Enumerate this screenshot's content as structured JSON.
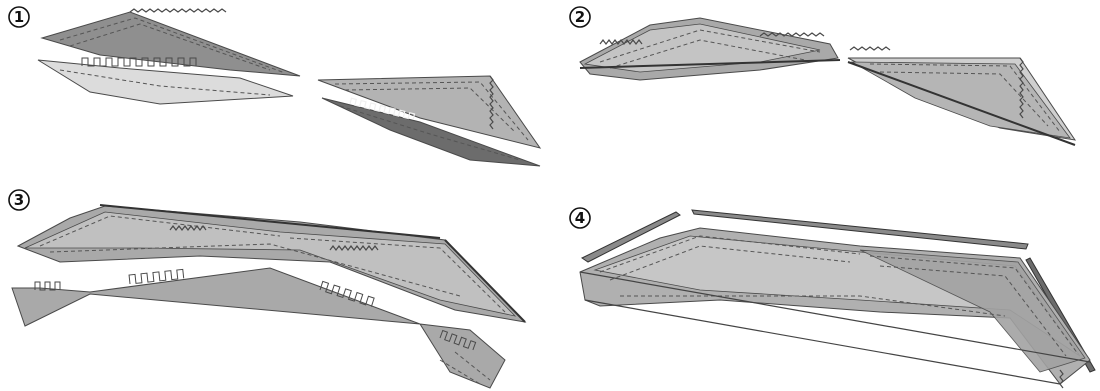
{
  "steps": [
    {
      "number": "1"
    },
    {
      "number": "2"
    },
    {
      "number": "3"
    },
    {
      "number": "4"
    }
  ],
  "colors": {
    "panel_dark": "#8f8f8f",
    "panel_mid": "#a9a9a9",
    "panel_light": "#cfcfcf",
    "panel_lighter": "#dcdcdc",
    "panel_darkest": "#6c6c6c",
    "outline": "#4a4a4a"
  }
}
